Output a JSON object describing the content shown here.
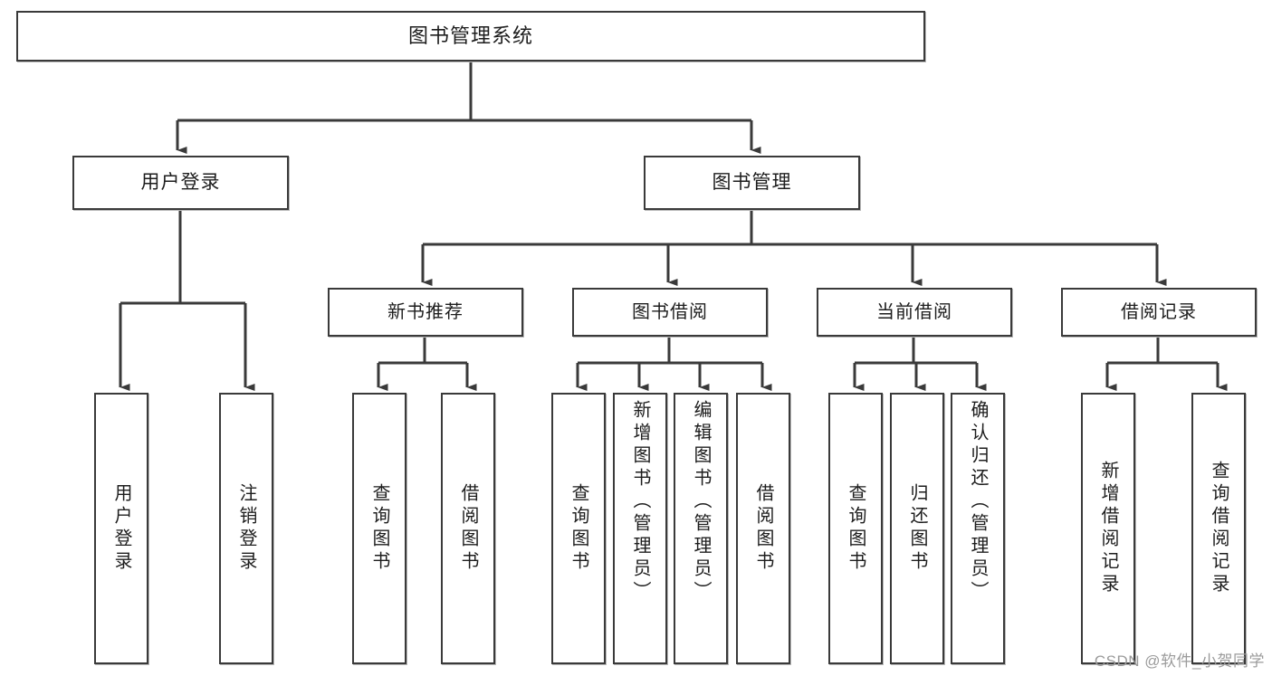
{
  "diagram": {
    "title": "图书管理系统",
    "type": "tree",
    "root": {
      "label": "图书管理系统"
    },
    "level1": [
      {
        "label": "用户登录"
      },
      {
        "label": "图书管理"
      }
    ],
    "level2": [
      {
        "label": "新书推荐"
      },
      {
        "label": "图书借阅"
      },
      {
        "label": "当前借阅"
      },
      {
        "label": "借阅记录"
      }
    ],
    "leaves": {
      "user_login": [
        {
          "label": "用户登录"
        },
        {
          "label": "注销登录"
        }
      ],
      "new_book_recommend": [
        {
          "label": "查询图书"
        },
        {
          "label": "借阅图书"
        }
      ],
      "book_borrow": [
        {
          "label": "查询图书"
        },
        {
          "label": "新增图书（管理员）"
        },
        {
          "label": "编辑图书（管理员）"
        },
        {
          "label": "借阅图书"
        }
      ],
      "current_borrow": [
        {
          "label": "查询图书"
        },
        {
          "label": "归还图书"
        },
        {
          "label": "确认归还（管理员）"
        }
      ],
      "borrow_records": [
        {
          "label": "新增借阅记录"
        },
        {
          "label": "查询借阅记录"
        }
      ]
    }
  },
  "watermark": {
    "text": "CSDN @软件_小贺同学"
  },
  "colors": {
    "box_border": "#3a3a3a",
    "box_fill": "#ffffff",
    "line": "#3a3a3a",
    "text": "#1d1d1d",
    "watermark": "#9b9b9b"
  }
}
